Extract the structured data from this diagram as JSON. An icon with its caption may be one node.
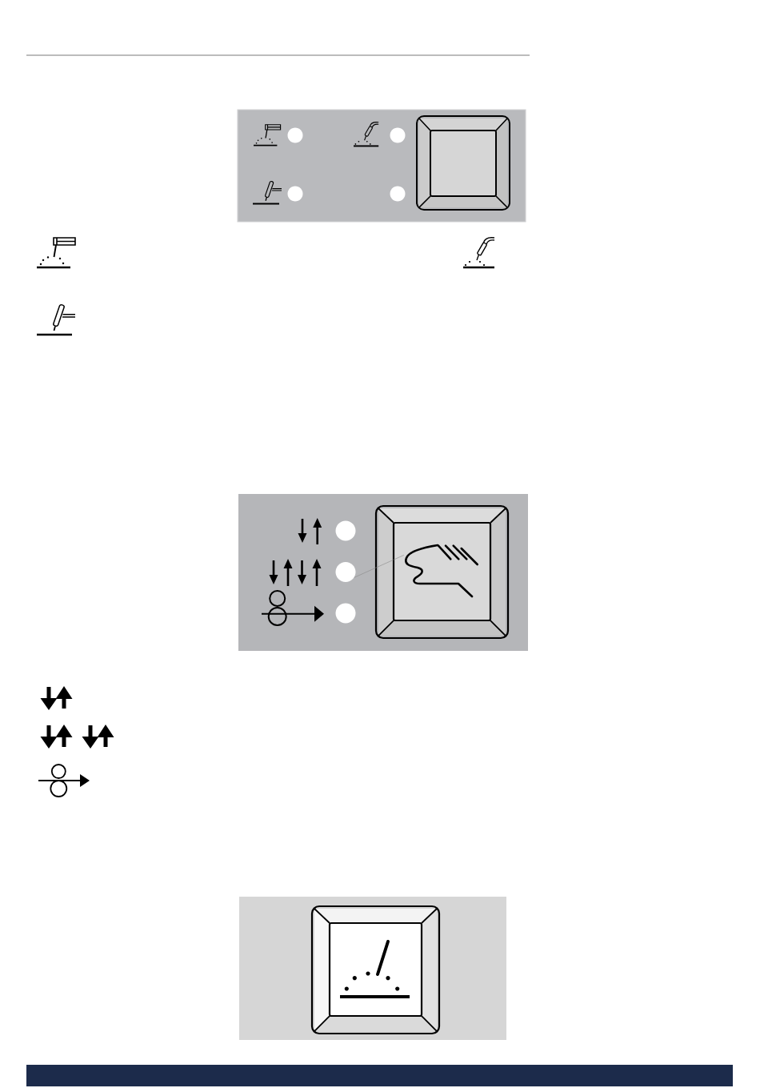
{
  "diagram": {
    "nodes": [
      {
        "text": [],
        "shape": "circle"
      },
      {
        "text": [],
        "shape": "circle"
      },
      {
        "text": [],
        "shape": "circle"
      },
      {
        "text": [],
        "shape": "picture"
      }
    ],
    "edges": [
      {
        "from": 1,
        "to": 3,
        "arrow": "none"
      }
    ]
  }
}
